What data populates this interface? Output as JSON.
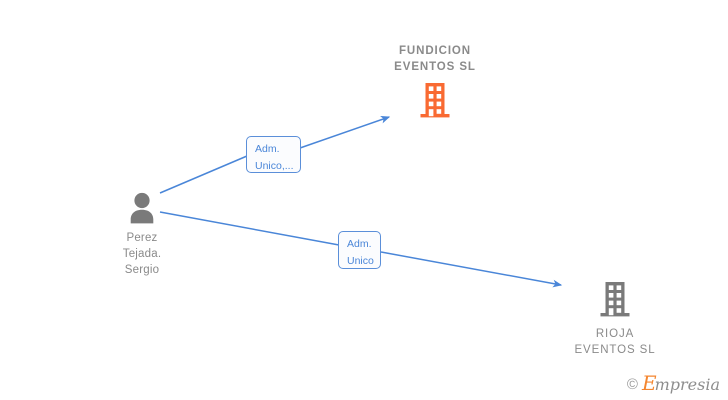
{
  "diagram": {
    "title": "Corporate relationship diagram",
    "colors": {
      "edge_blue": "#4a86d8",
      "label_blue": "#4a86d8",
      "node_grey": "#8a8a8a",
      "icon_grey": "#7a7a7a",
      "highlight_orange": "#f96a32",
      "background": "#ffffff"
    },
    "nodes": [
      {
        "id": "person",
        "type": "person",
        "icon": "person-icon",
        "label": "Perez\nTejada.\nSergio",
        "color": "#7a7a7a"
      },
      {
        "id": "fundicion",
        "type": "company",
        "icon": "building-icon",
        "label": "FUNDICION\nEVENTOS  SL",
        "color": "#f96a32",
        "highlighted": true
      },
      {
        "id": "rioja",
        "type": "company",
        "icon": "building-icon",
        "label": "RIOJA\nEVENTOS  SL",
        "color": "#7a7a7a",
        "highlighted": false
      }
    ],
    "edges": [
      {
        "id": "edge-1",
        "from": "person",
        "to": "fundicion",
        "label": "Adm.\nUnico,..."
      },
      {
        "id": "edge-2",
        "from": "person",
        "to": "rioja",
        "label": "Adm.\nUnico"
      }
    ]
  },
  "watermark": {
    "copyright": "©",
    "brand_initial": "E",
    "brand_rest": "mpresia"
  }
}
